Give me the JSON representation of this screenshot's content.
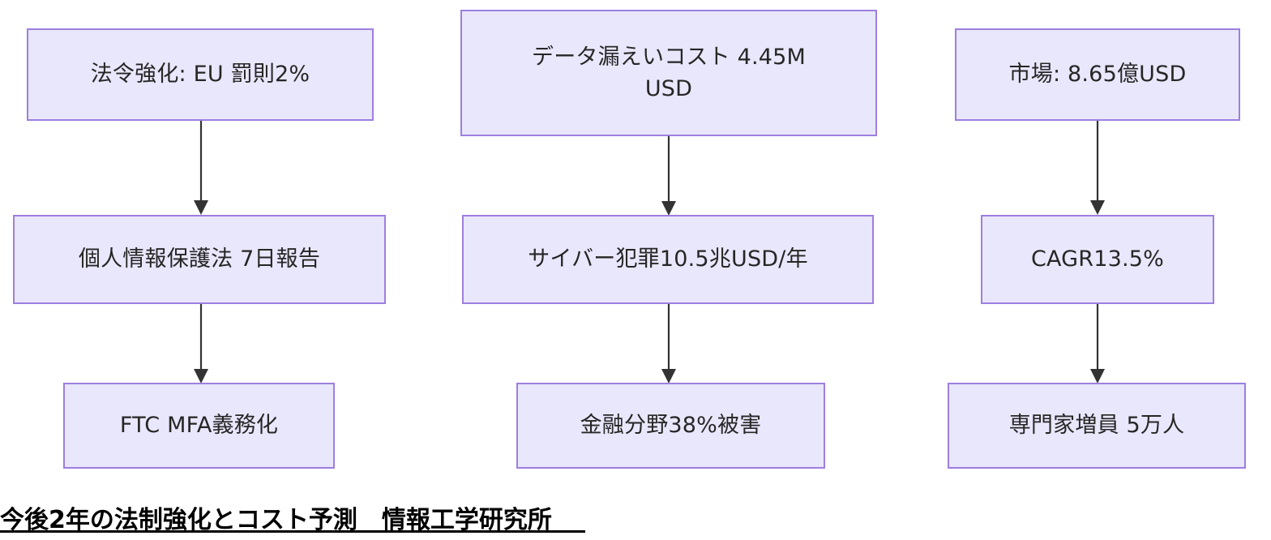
{
  "diagram": {
    "title_caption": "今後2年の法制強化とコスト予測　情報工学研究所",
    "theme": {
      "node_fill": "#e9e7fb",
      "node_border": "#9d7fe0",
      "node_text": "#262626",
      "edge_color": "#333333",
      "caption_text": "#000000",
      "background": "#ffffff"
    },
    "columns": [
      {
        "name": "regulation-column",
        "nodes": [
          {
            "id": "reg-1",
            "label": "法令強化: EU 罰則2%"
          },
          {
            "id": "reg-2",
            "label": "個人情報保護法 7日報告"
          },
          {
            "id": "reg-3",
            "label": "FTC MFA義務化"
          }
        ],
        "edges": [
          {
            "from": "reg-1",
            "to": "reg-2"
          },
          {
            "from": "reg-2",
            "to": "reg-3"
          }
        ]
      },
      {
        "name": "cost-column",
        "nodes": [
          {
            "id": "cost-1",
            "label": "データ漏えいコスト 4.45M\nUSD"
          },
          {
            "id": "cost-2",
            "label": "サイバー犯罪10.5兆USD/年"
          },
          {
            "id": "cost-3",
            "label": "金融分野38%被害"
          }
        ],
        "edges": [
          {
            "from": "cost-1",
            "to": "cost-2"
          },
          {
            "from": "cost-2",
            "to": "cost-3"
          }
        ]
      },
      {
        "name": "market-column",
        "nodes": [
          {
            "id": "mkt-1",
            "label": "市場: 8.65億USD"
          },
          {
            "id": "mkt-2",
            "label": "CAGR13.5%"
          },
          {
            "id": "mkt-3",
            "label": "専門家増員 5万人"
          }
        ],
        "edges": [
          {
            "from": "mkt-1",
            "to": "mkt-2"
          },
          {
            "from": "mkt-2",
            "to": "mkt-3"
          }
        ]
      }
    ]
  }
}
